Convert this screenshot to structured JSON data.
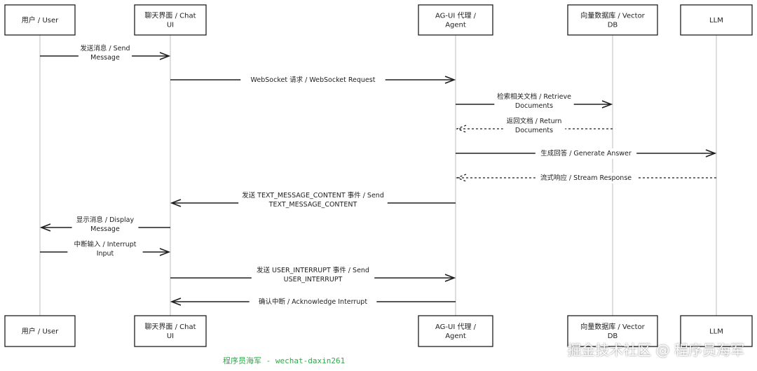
{
  "actors": [
    {
      "key": "user",
      "lines": [
        "用户 / User"
      ]
    },
    {
      "key": "ui",
      "lines": [
        "聊天界面 / Chat",
        "UI"
      ]
    },
    {
      "key": "agent",
      "lines": [
        "AG-UI 代理 /",
        "Agent"
      ]
    },
    {
      "key": "db",
      "lines": [
        "向量数据库 / Vector",
        "DB"
      ]
    },
    {
      "key": "llm",
      "lines": [
        "LLM"
      ]
    }
  ],
  "messages": [
    {
      "from": "user",
      "to": "ui",
      "lines": [
        "发送消息 / Send",
        "Message"
      ],
      "style": "solid"
    },
    {
      "from": "ui",
      "to": "agent",
      "lines": [
        "WebSocket 请求 / WebSocket Request"
      ],
      "style": "solid"
    },
    {
      "from": "agent",
      "to": "db",
      "lines": [
        "检索相关文档 / Retrieve",
        "Documents"
      ],
      "style": "solid"
    },
    {
      "from": "db",
      "to": "agent",
      "lines": [
        "返回文档 / Return",
        "Documents"
      ],
      "style": "dashed"
    },
    {
      "from": "agent",
      "to": "llm",
      "lines": [
        "生成回答 / Generate Answer"
      ],
      "style": "solid"
    },
    {
      "from": "llm",
      "to": "agent",
      "lines": [
        "流式响应 / Stream Response"
      ],
      "style": "dashed"
    },
    {
      "from": "agent",
      "to": "ui",
      "lines": [
        "发送 TEXT_MESSAGE_CONTENT 事件 / Send",
        "TEXT_MESSAGE_CONTENT"
      ],
      "style": "solid"
    },
    {
      "from": "ui",
      "to": "user",
      "lines": [
        "显示消息 / Display",
        "Message"
      ],
      "style": "solid"
    },
    {
      "from": "user",
      "to": "ui",
      "lines": [
        "中断输入 / Interrupt",
        "Input"
      ],
      "style": "solid"
    },
    {
      "from": "ui",
      "to": "agent",
      "lines": [
        "发送 USER_INTERRUPT 事件 / Send",
        "USER_INTERRUPT"
      ],
      "style": "solid"
    },
    {
      "from": "agent",
      "to": "ui",
      "lines": [
        "确认中断 / Acknowledge Interrupt"
      ],
      "style": "solid"
    }
  ],
  "caption": "程序员海军 - wechat-daxin261",
  "watermark": "掘金技术社区 @ 程序员海军",
  "colors": {
    "stroke": "#1e1e1e",
    "lifeline": "#bdbdbd",
    "caption": "#2eaa4a"
  }
}
